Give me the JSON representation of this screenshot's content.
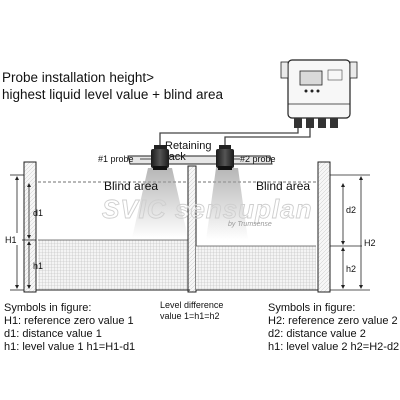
{
  "header": {
    "line1": "Probe installation height>",
    "line2": "highest liquid level value + blind area"
  },
  "labels": {
    "retaining_rack": [
      "Retaining",
      "rack"
    ],
    "probe1": "#1 probe",
    "probe2": "#2 probe",
    "blind_area_left": "Blind area",
    "blind_area_right": "Blind area",
    "d1": "d1",
    "h1": "h1",
    "H1": "H1",
    "d2": "d2",
    "h2": "h2",
    "H2": "H2"
  },
  "watermark": {
    "brand": "SVIC sensuplan",
    "sub": "by Trumsense"
  },
  "legend_left": {
    "title": "Symbols in figure:",
    "lines": [
      "H1: reference zero value 1",
      "d1: distance value 1",
      "h1: level value 1 h1=H1-d1"
    ]
  },
  "legend_middle": {
    "lines": [
      "Level difference",
      "value 1=h1=h2"
    ]
  },
  "legend_right": {
    "title": "Symbols in figure:",
    "lines": [
      "H2: reference zero value 2",
      "d2: distance value 2",
      "h1: level value 2 h2=H2-d2"
    ]
  },
  "colors": {
    "liquid_grid": "#bdbdbd",
    "wall_fill": "#f2f2f2",
    "stroke": "#222222"
  }
}
